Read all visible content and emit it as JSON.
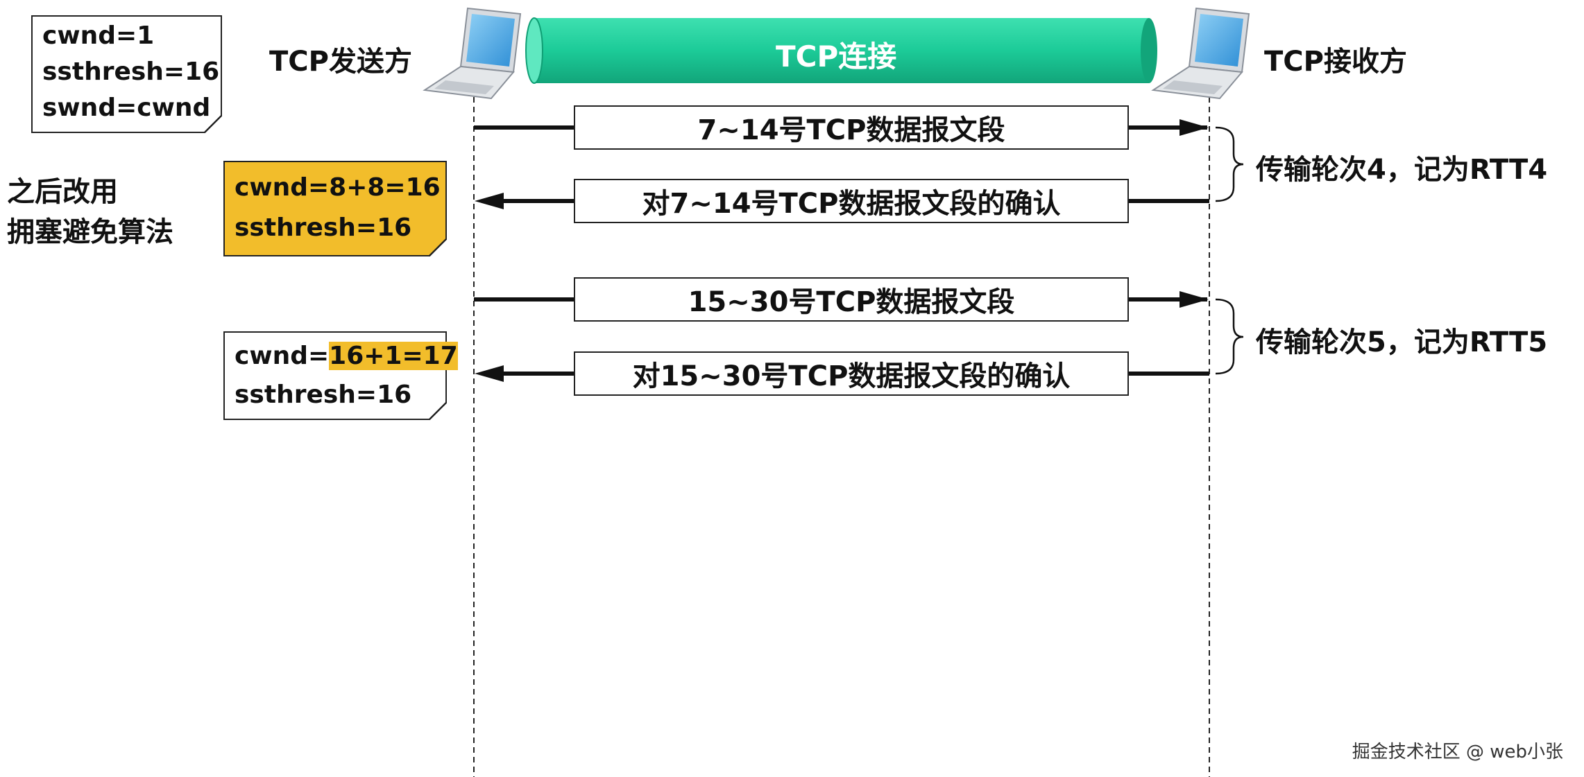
{
  "connection": {
    "sender_label": "TCP发送方",
    "receiver_label": "TCP接收方",
    "pipe_label": "TCP连接"
  },
  "notes": {
    "initial": {
      "line1": "cwnd=1",
      "line2": "ssthresh=16",
      "line3": "swnd=cwnd"
    },
    "after_rtt4": {
      "line1": "cwnd=8+8=16",
      "line2": "ssthresh=16"
    },
    "after_rtt5": {
      "line1_prefix": "cwnd=",
      "line1_highlight": "16+1=17",
      "line2": "ssthresh=16"
    }
  },
  "algorithm_switch": {
    "line1": "之后改用",
    "line2": "拥塞避免算法"
  },
  "messages": [
    {
      "label": "7~14号TCP数据报文段",
      "direction": "send"
    },
    {
      "label": "对7~14号TCP数据报文段的确认",
      "direction": "ack"
    },
    {
      "label": "15~30号TCP数据报文段",
      "direction": "send"
    },
    {
      "label": "对15~30号TCP数据报文段的确认",
      "direction": "ack"
    }
  ],
  "rounds": [
    {
      "label": "传输轮次4，记为RTT4"
    },
    {
      "label": "传输轮次5，记为RTT5"
    }
  ],
  "watermark": "掘金技术社区 @ web小张",
  "colors": {
    "pipe": "#1ccb98",
    "pipe_dark": "#0f9e74",
    "highlight": "#f2bd2b",
    "line": "#111111"
  },
  "icons": {
    "sender": "laptop-icon",
    "receiver": "laptop-icon"
  }
}
